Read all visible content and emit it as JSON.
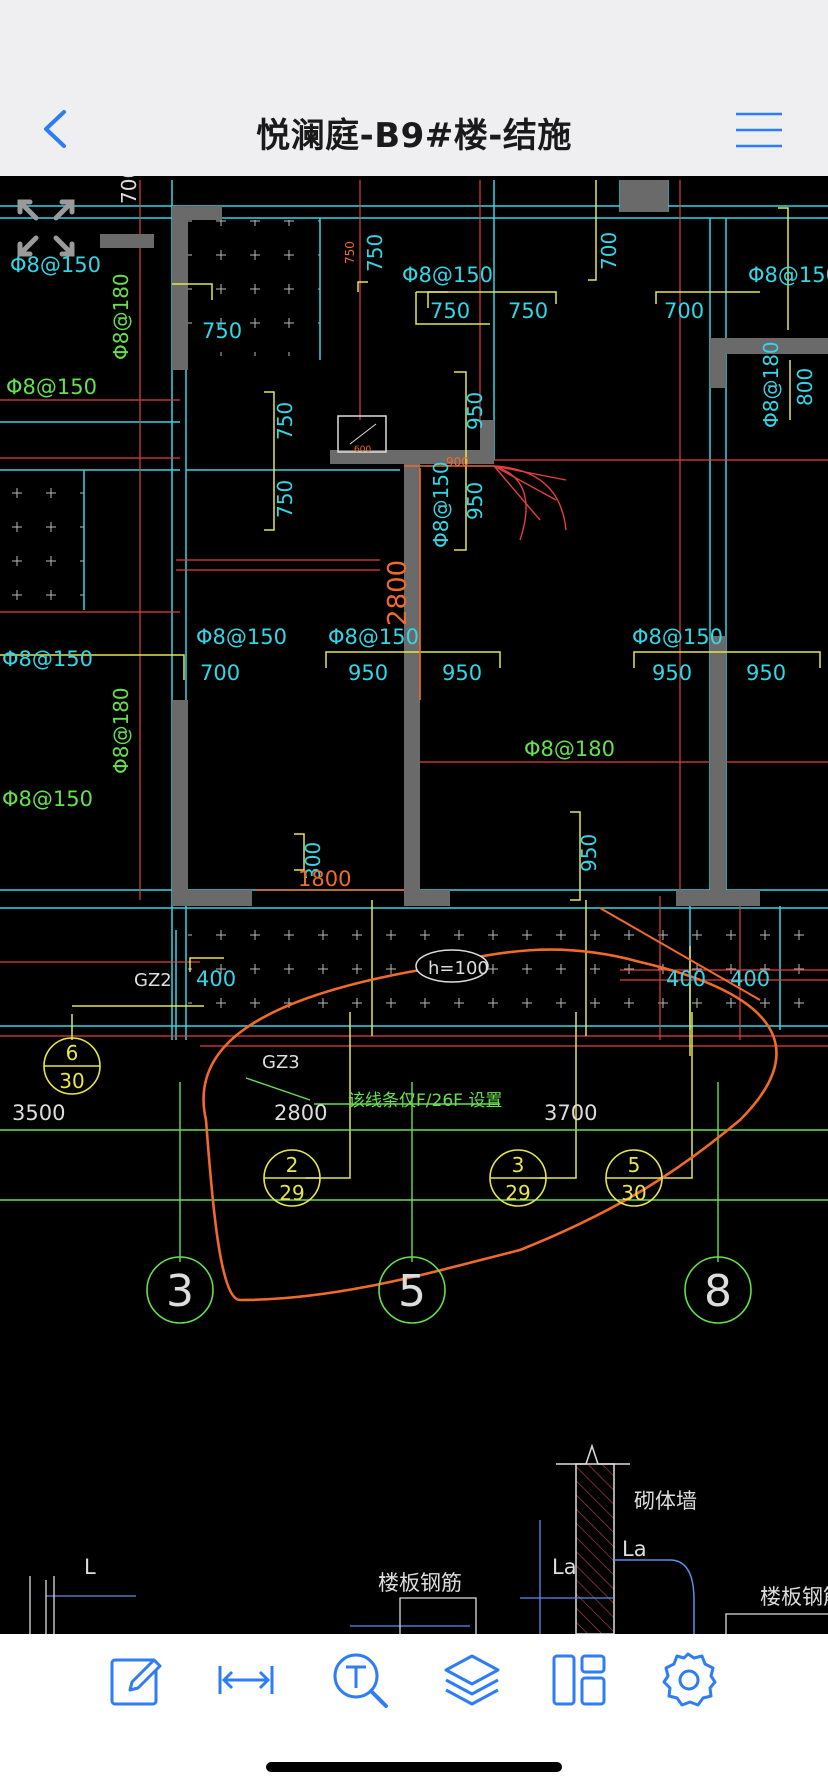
{
  "header": {
    "title": "悦澜庭-B9#楼-结施"
  },
  "drawing": {
    "labels": {
      "rebar_150": "Φ8@150",
      "rebar_180": "Φ8@180",
      "dim_750": "750",
      "dim_700": "700",
      "dim_950": "950",
      "dim_800": "800",
      "dim_900": "900",
      "dim_600": "600",
      "dim_400": "400",
      "dim_300": "300",
      "dim_1800": "1800",
      "dim_2800": "2800",
      "h100": "h=100",
      "gz2": "GZ2",
      "gz3": "GZ3",
      "note": "该线条仅F/26F  设置",
      "span_3500": "3500",
      "span_2800": "2800",
      "span_3700": "3700",
      "axis_3": "3",
      "axis_5": "5",
      "axis_8": "8",
      "detail_6_30_top": "6",
      "detail_6_30_bottom": "30",
      "detail_2_29_top": "2",
      "detail_2_29_bottom": "29",
      "detail_3_29_top": "3",
      "detail_3_29_bottom": "29",
      "detail_5_30_top": "5",
      "detail_5_30_bottom": "30",
      "masonry_wall": "砌体墙",
      "slab_rebar": "楼板钢筋",
      "la": "La",
      "l": "L"
    }
  },
  "colors": {
    "cyan": "#33d6e6",
    "yellow": "#e6e64d",
    "green": "#66e04d",
    "red": "#e04040",
    "orange": "#f06a2a",
    "white": "#dddddd",
    "wall": "#6a6a6a",
    "accent": "#2f7df6"
  },
  "toolbar": {
    "icons": [
      "edit-icon",
      "measure-icon",
      "text-search-icon",
      "layers-icon",
      "layout-icon",
      "settings-icon"
    ]
  }
}
